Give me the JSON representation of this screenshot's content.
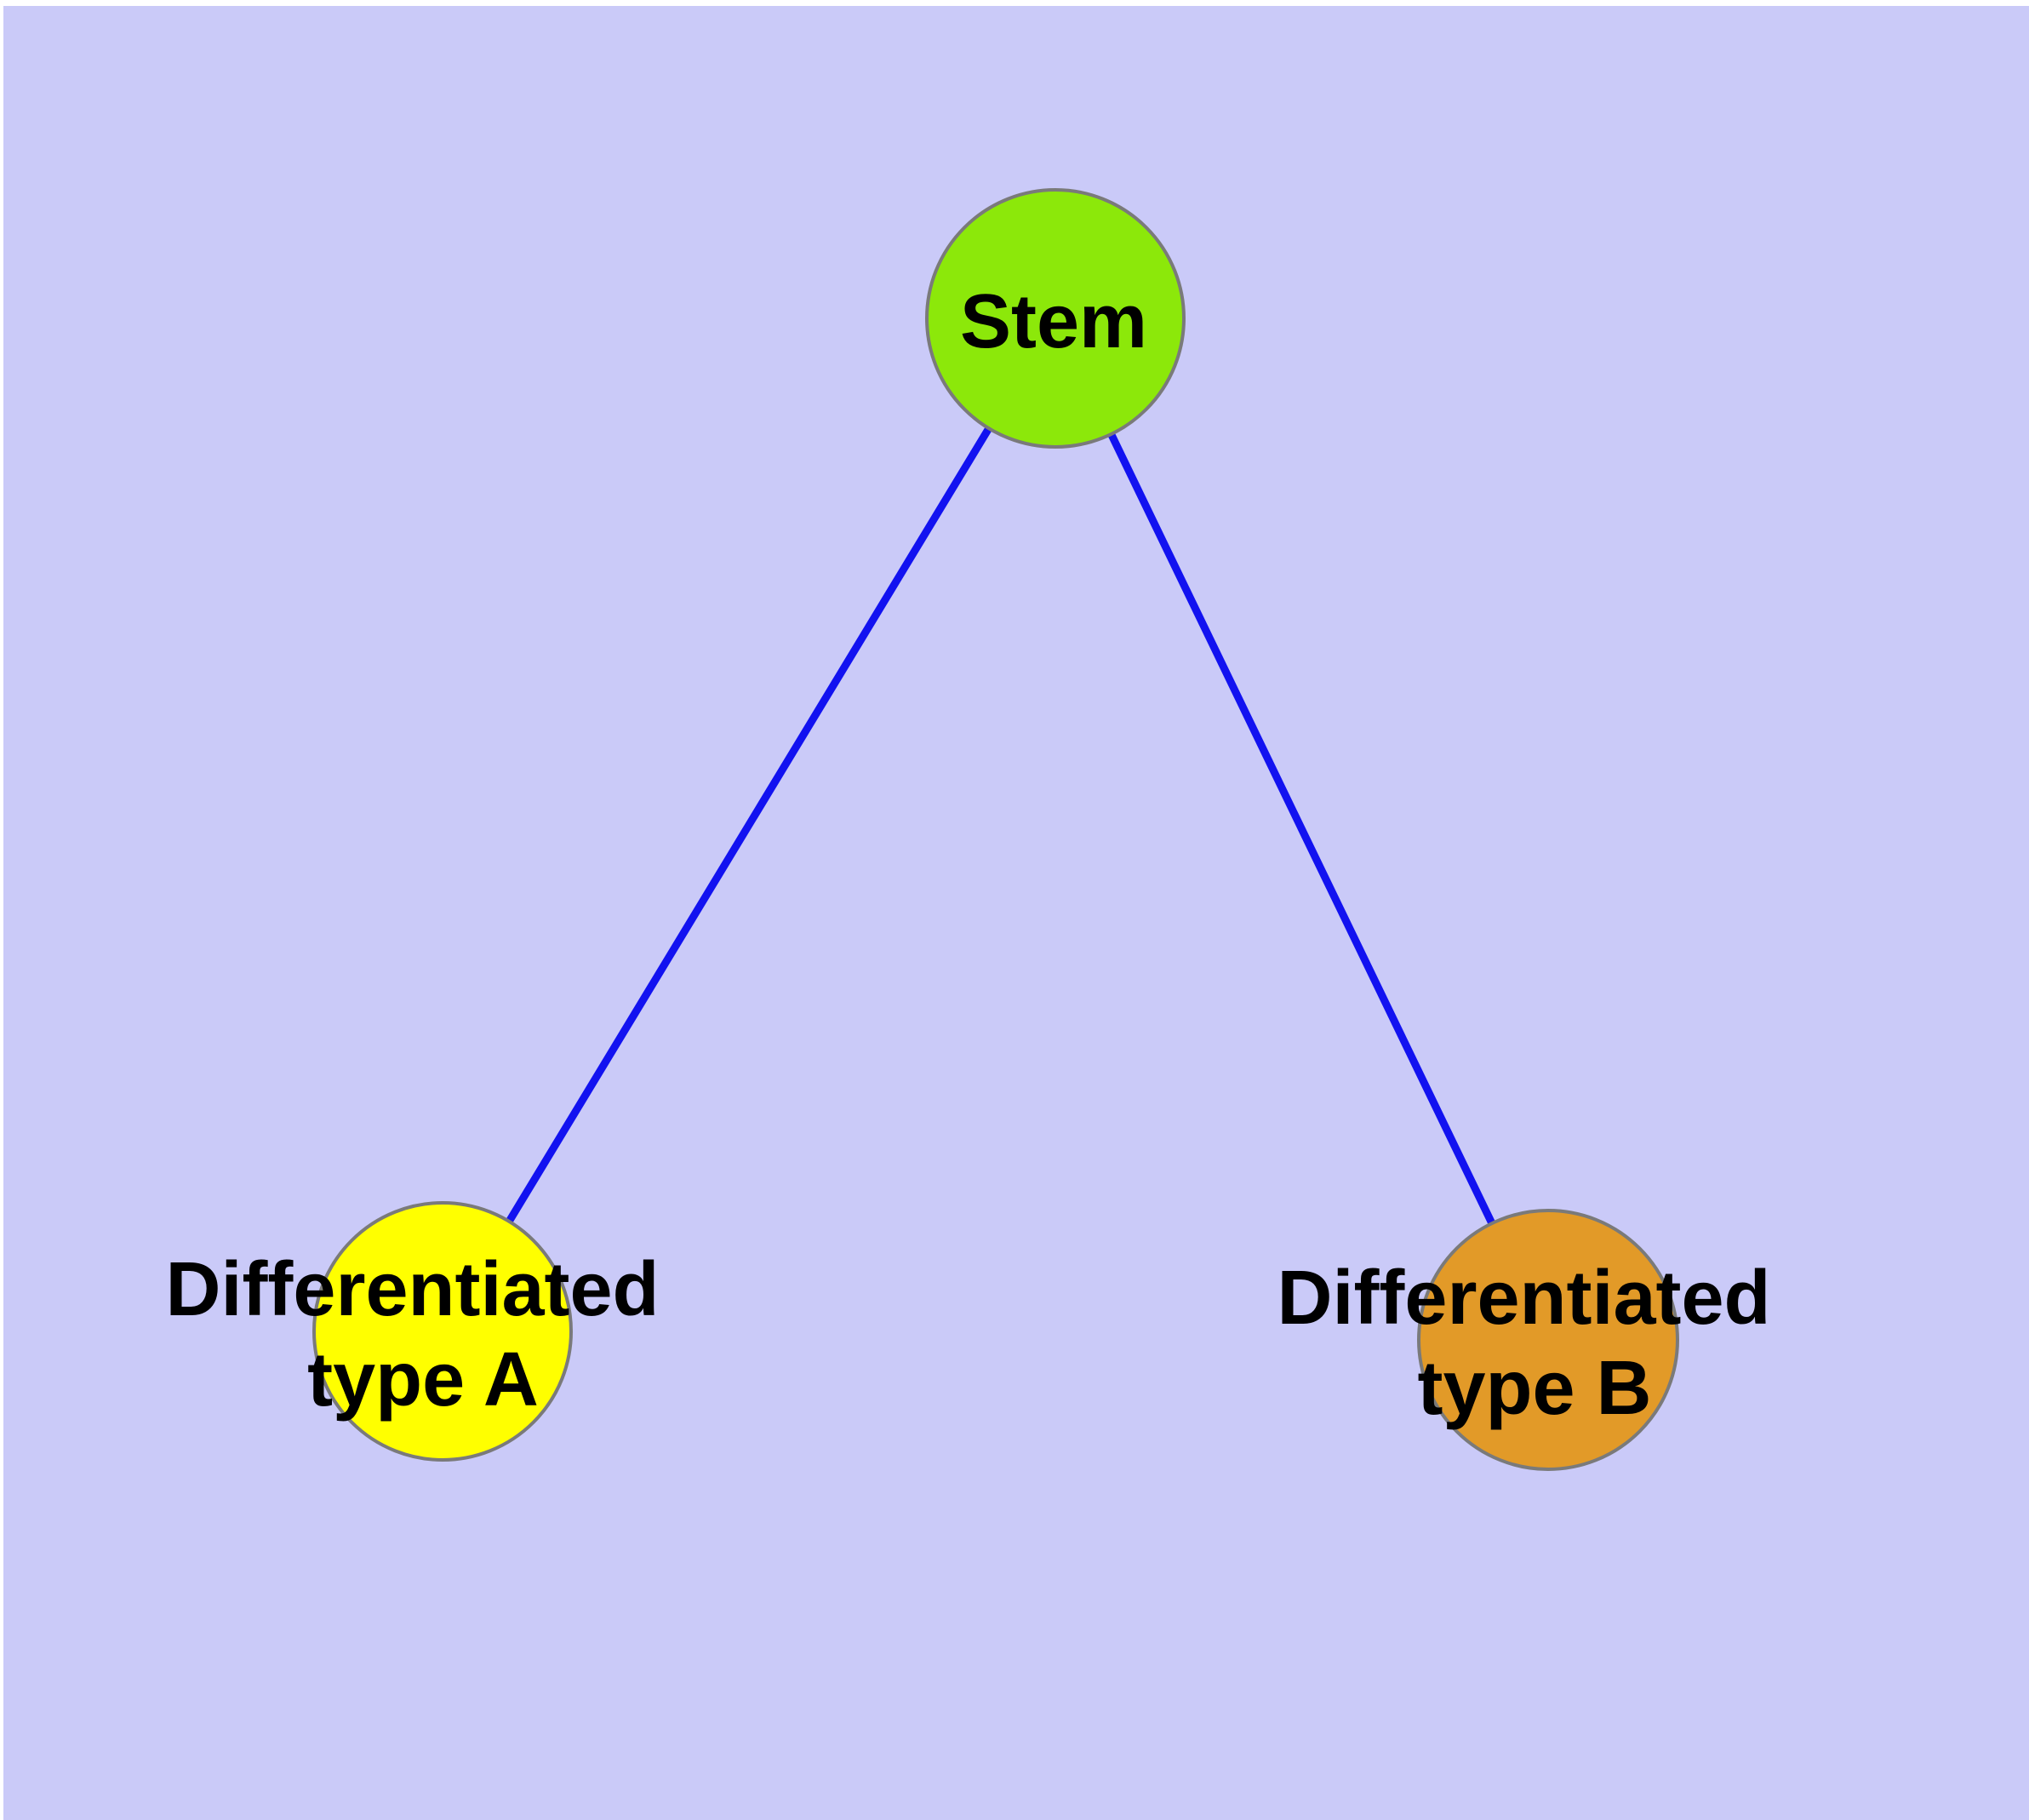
{
  "figure": {
    "background_color": "#CACAF8",
    "margin_color": "#FFFFFF",
    "edge_color": "#1212F0",
    "node_border_color": "#7A7A7A",
    "label_color": "#000000",
    "nodes": [
      {
        "id": "stem",
        "label": "Stem",
        "label_lines": [
          "Stem"
        ],
        "fill": "#8CE80A"
      },
      {
        "id": "differentiated-type-a",
        "label": "Differentiated\ntype A",
        "label_lines": [
          "Differentiated",
          "type A"
        ],
        "fill": "#FFFF00"
      },
      {
        "id": "differentiated-type-b",
        "label": "Differentiated\ntype B",
        "label_lines": [
          "Differentiated",
          "type B"
        ],
        "fill": "#E29A28"
      }
    ],
    "edges": [
      {
        "from": "stem",
        "to": "differentiated-type-a"
      },
      {
        "from": "stem",
        "to": "differentiated-type-b"
      }
    ]
  }
}
